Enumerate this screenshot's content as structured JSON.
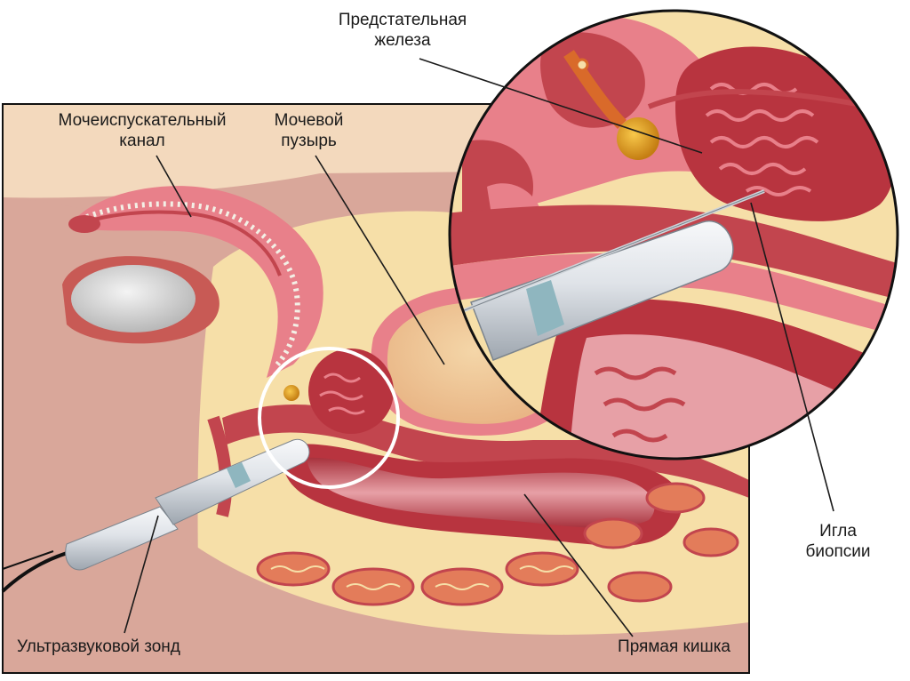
{
  "labels": {
    "urethra": [
      "Мочеиспускательный",
      "канал"
    ],
    "bladder": [
      "Мочевой",
      "пузырь"
    ],
    "prostate": [
      "Предстательная",
      "железа"
    ],
    "needle": [
      "Игла",
      "биопсии"
    ],
    "probe": "Ультразвуковой зонд",
    "rectum": "Прямая кишка"
  },
  "colors": {
    "background_tissue": "#f3d9bd",
    "pelvic_fat": "#f6dfa8",
    "muscle_red": "#c2454e",
    "mucosa_pink": "#e8808a",
    "prostate_red": "#b8343f",
    "gland_orange": "#e6a21a",
    "probe_gray": "#d9dde2",
    "leader_line": "#1a1a1a"
  }
}
